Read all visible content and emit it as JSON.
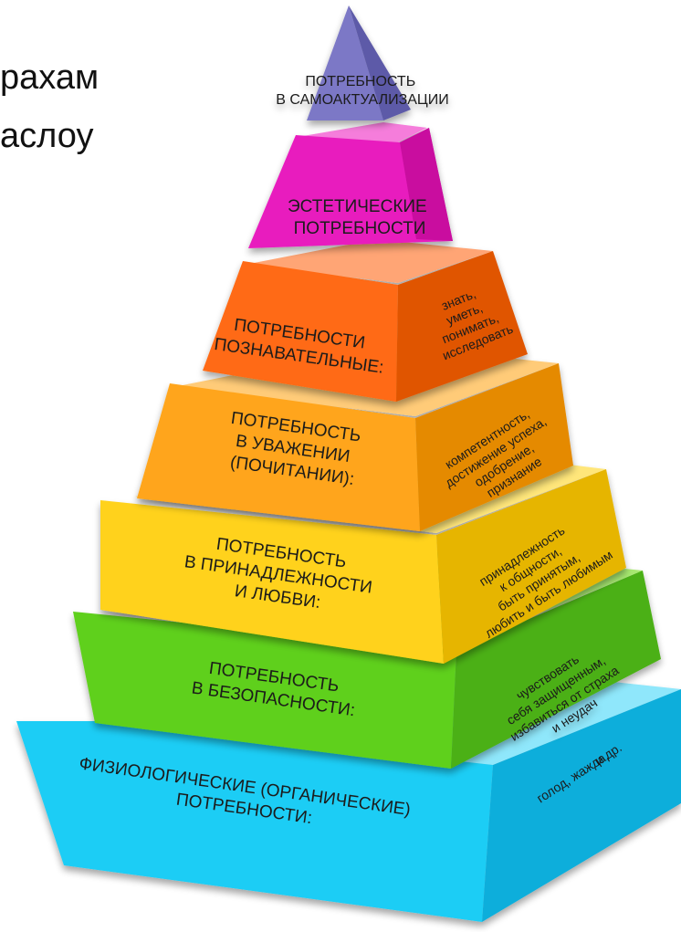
{
  "slide": {
    "title_partial_line1": "рахам",
    "title_partial_line2": "аслоу"
  },
  "pyramid": {
    "levels": [
      {
        "id": "self-actualization",
        "title": [
          "ПОТРЕБНОСТЬ",
          "В САМОАКТУАЛИЗАЦИИ"
        ],
        "examples": [],
        "color": "#7b78c6"
      },
      {
        "id": "aesthetic",
        "title": [
          "ЭСТЕТИЧЕСКИЕ",
          "ПОТРЕБНОСТИ"
        ],
        "examples": [],
        "color": "#e81fbe"
      },
      {
        "id": "cognitive",
        "title": [
          "ПОТРЕБНОСТИ",
          "ПОЗНАВАТЕЛЬНЫЕ:"
        ],
        "examples": [
          "знать,",
          "уметь,",
          "понимать,",
          "исследовать"
        ],
        "color": "#ff6a12"
      },
      {
        "id": "esteem",
        "title": [
          "ПОТРЕБНОСТЬ",
          "В УВАЖЕНИИ",
          "(ПОЧИТАНИИ):"
        ],
        "examples": [
          "компетентность,",
          "достижение успеха,",
          "одобрение,",
          "признание"
        ],
        "color": "#ffa51a"
      },
      {
        "id": "belonging",
        "title": [
          "ПОТРЕБНОСТЬ",
          "В ПРИНАДЛЕЖНОСТИ",
          "И ЛЮБВИ:"
        ],
        "examples": [
          "принадлежность",
          "к общности,",
          "быть принятым,",
          "любить и быть любимым"
        ],
        "color": "#ffd21a"
      },
      {
        "id": "safety",
        "title": [
          "ПОТРЕБНОСТЬ",
          "В БЕЗОПАСНОСТИ:"
        ],
        "examples": [
          "чувствовать",
          "себя защищенным,",
          "избавиться от страха",
          "и неудач"
        ],
        "color": "#5fd01a"
      },
      {
        "id": "physiological",
        "title": [
          "ФИЗИОЛОГИЧЕСКИЕ (ОРГАНИЧЕСКИЕ)",
          "ПОТРЕБНОСТИ:"
        ],
        "examples": [
          "голод, жажда,",
          "и др."
        ],
        "color": "#1dcdf5"
      }
    ]
  }
}
